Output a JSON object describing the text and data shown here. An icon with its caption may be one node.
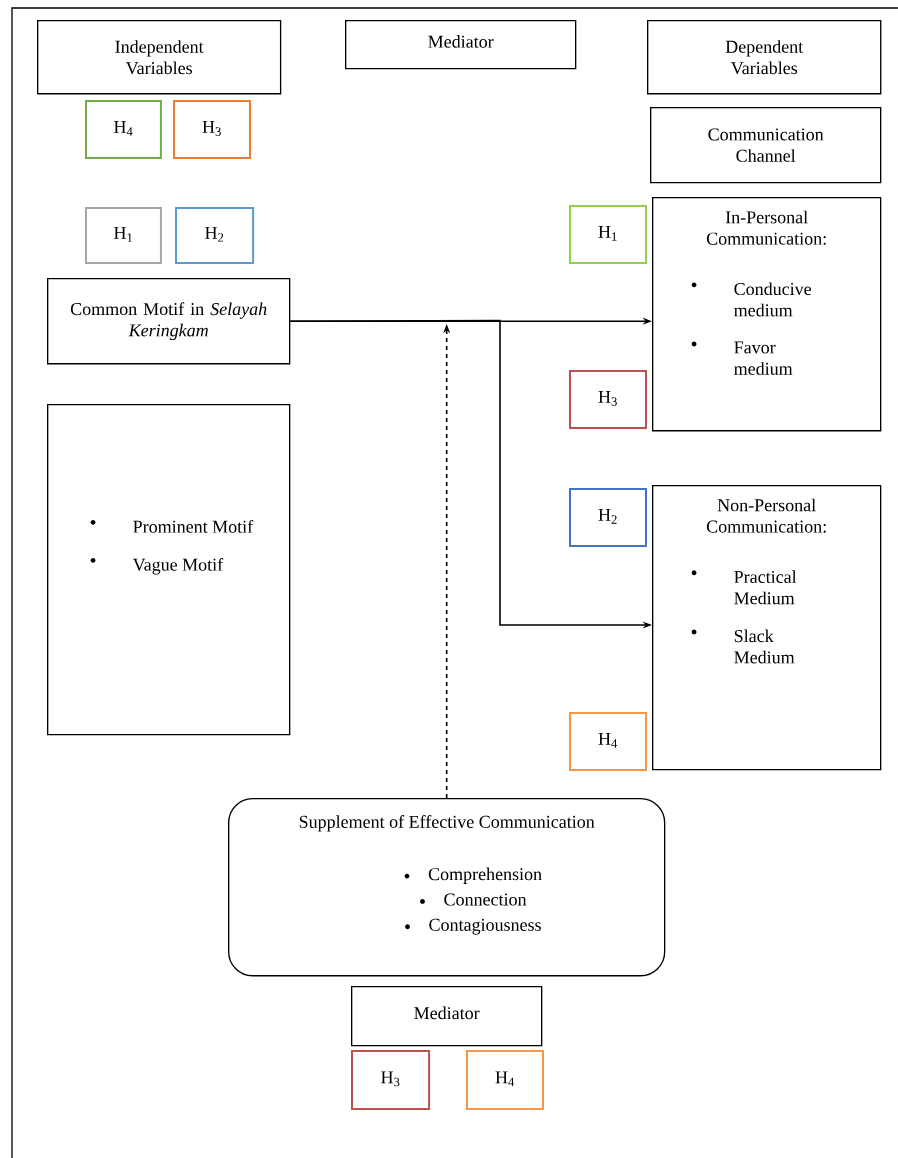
{
  "diagram": {
    "nodes": [
      {
        "text": [
          "Independent Variables"
        ]
      },
      {
        "text": [
          "Mediator"
        ]
      },
      {
        "text": [
          "Dependent Variables"
        ]
      },
      {
        "text": [
          "H$_{4}$"
        ]
      },
      {
        "text": [
          "H$_{3}$"
        ]
      },
      {
        "text": [
          "H$_{1}$"
        ]
      },
      {
        "text": [
          "H$_{2}$"
        ]
      },
      {
        "text": [
          "Communication Channel"
        ]
      },
      {
        "text": [
          "H$_{1}$"
        ]
      },
      {
        "text": [
          "In-Personal Communication:",
          "Conducive medium",
          "Favor medium"
        ]
      },
      {
        "text": [
          "Common Motif in *Selayah Keringkam*"
        ]
      },
      {
        "text": [
          "H$_{3}$"
        ]
      },
      {
        "text": [
          "Prominent Motif",
          "Vague Motif"
        ]
      },
      {
        "text": [
          "H$_{2}$"
        ]
      },
      {
        "text": [
          "Non-Personal Communication:",
          "Practical Medium",
          "Slack Medium"
        ]
      },
      {
        "text": [
          "H$_{4}$"
        ]
      },
      {
        "text": [
          "Supplement of Effective Communication",
          "Comprehension",
          "Connection",
          "Contagiousness"
        ]
      },
      {
        "text": [
          "Mediator"
        ]
      },
      {
        "text": [
          "H$_{3}$"
        ]
      },
      {
        "text": [
          "H$_{4}$"
        ]
      }
    ],
    "edges": [
      {
        "from": 10,
        "to": 9,
        "arrow": "to"
      },
      {
        "from": 10,
        "to": 14,
        "arrow": "to"
      },
      {
        "from": 16,
        "to": null,
        "arrow": "to",
        "style": "dashed"
      }
    ]
  }
}
